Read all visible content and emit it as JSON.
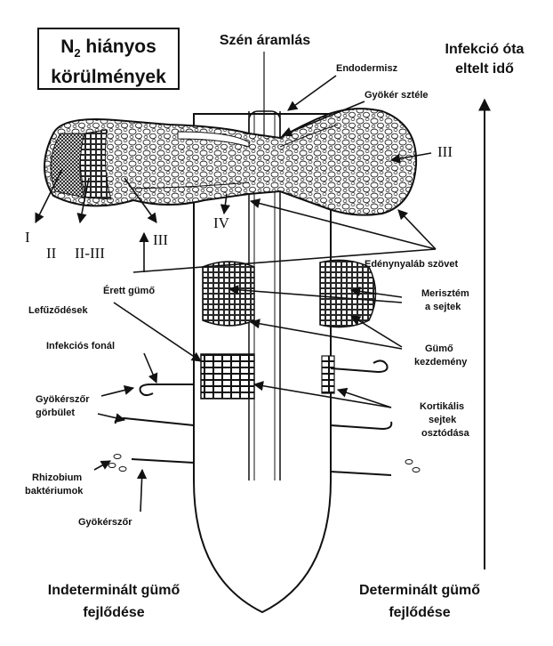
{
  "n2_box": {
    "prefix": "N",
    "subscript": "2",
    "line1_rest": " hiányos",
    "line2": "körülmények"
  },
  "top_title": "Szén áramlás",
  "right_title": [
    "Infekció óta",
    "eltelt idő"
  ],
  "labels": {
    "endodermisz": "Endodermisz",
    "gyoker_stele": "Gyökér sztéle",
    "edenynyalab": "Edénynyaláb szövet",
    "erett_gumo": "Érett gümő",
    "lefuzodesek": "Lefűződések",
    "infekcios_fonal": "Infekciós fonál",
    "gyokerszor_gorbulet": [
      "Gyökérszőr",
      "görbület"
    ],
    "rhizobium": [
      "Rhizobium",
      "baktériumok"
    ],
    "gyokerszor": "Gyökérszőr",
    "merisztem": [
      "Merisztém",
      "a sejtek"
    ],
    "gumo_kezdemeny": [
      "Gümő",
      "kezdemény"
    ],
    "kortikalis": [
      "Kortikális",
      "sejtek",
      "osztódása"
    ]
  },
  "zones": {
    "I": "I",
    "II": "II",
    "II_III": "II-III",
    "III_left": "III",
    "IV": "IV",
    "III_right": "III"
  },
  "bottom": {
    "left": [
      "Indeterminált gümő",
      "fejlődése"
    ],
    "right": [
      "Determinált gümő",
      "fejlődése"
    ]
  }
}
